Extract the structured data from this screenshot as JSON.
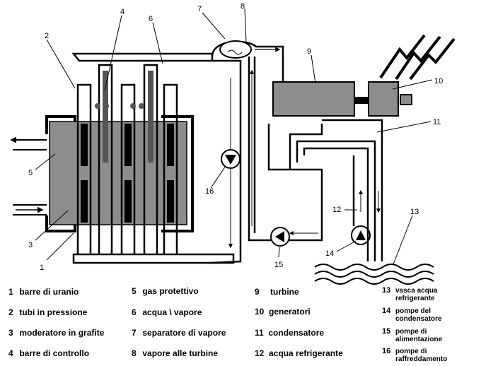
{
  "callouts": [
    "1",
    "2",
    "3",
    "4",
    "5",
    "6",
    "7",
    "8",
    "9",
    "10",
    "11",
    "12",
    "13",
    "14",
    "15",
    "16"
  ],
  "legend": [
    {
      "num": "1",
      "text": "barre di uranio"
    },
    {
      "num": "2",
      "text": "tubi in pressione"
    },
    {
      "num": "3",
      "text": "moderatore  in grafite"
    },
    {
      "num": "4",
      "text": "barre di controllo"
    },
    {
      "num": "5",
      "text": "gas protettivo"
    },
    {
      "num": "6",
      "text": "acqua \\ vapore"
    },
    {
      "num": "7",
      "text": "separatore di vapore"
    },
    {
      "num": "8",
      "text": "vapore alle turbine"
    },
    {
      "num": "9",
      "text": "turbine"
    },
    {
      "num": "10",
      "text": "generatori"
    },
    {
      "num": "11",
      "text": "condensatore"
    },
    {
      "num": "12",
      "text": "acqua refrigerante"
    },
    {
      "num": "13",
      "text": "vasca acqua refrigerante"
    },
    {
      "num": "14",
      "text": "pompe del condensatore"
    },
    {
      "num": "15",
      "text": "pompe di alimentazione"
    },
    {
      "num": "16",
      "text": "pompe di raffreddamento"
    }
  ]
}
